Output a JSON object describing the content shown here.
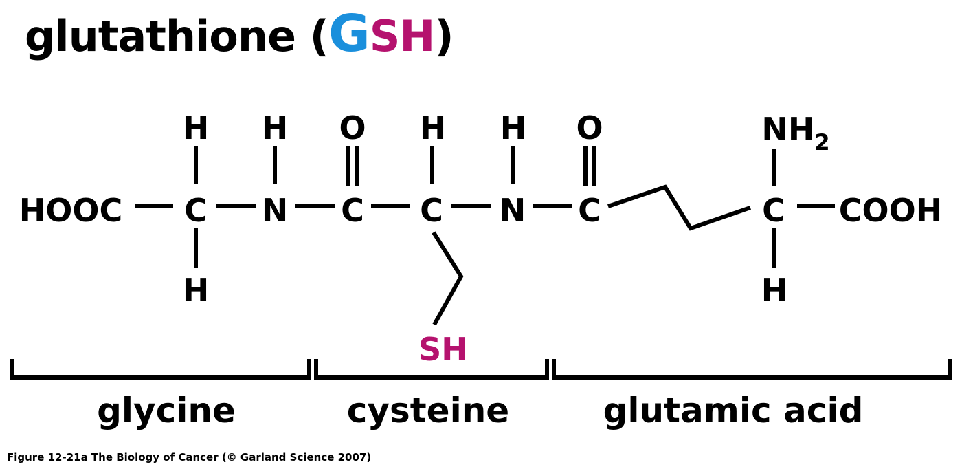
{
  "title": {
    "text": "glutathione (",
    "g": "G",
    "sh": "SH",
    "close": ")"
  },
  "colors": {
    "g": "#1a8fdc",
    "sh": "#b5126e",
    "ink": "#000000"
  },
  "atoms": {
    "hooc": "HOOC",
    "c1": "C",
    "n1": "N",
    "c2": "C",
    "c3": "C",
    "n2": "N",
    "c4": "C",
    "c5": "C",
    "cooh": "COOH",
    "h_c1_top": "H",
    "h_c1_bottom": "H",
    "h_n1": "H",
    "o_c2": "O",
    "h_c3": "H",
    "h_n2": "H",
    "o_c4": "O",
    "nh2": "NH",
    "nh2_sub": "2",
    "h_c5_bottom": "H",
    "sh": "SH"
  },
  "segments": {
    "glycine": "glycine",
    "cysteine": "cysteine",
    "glutamic": "glutamic acid"
  },
  "caption": "Figure 12-21a  The Biology of Cancer (© Garland Science 2007)"
}
